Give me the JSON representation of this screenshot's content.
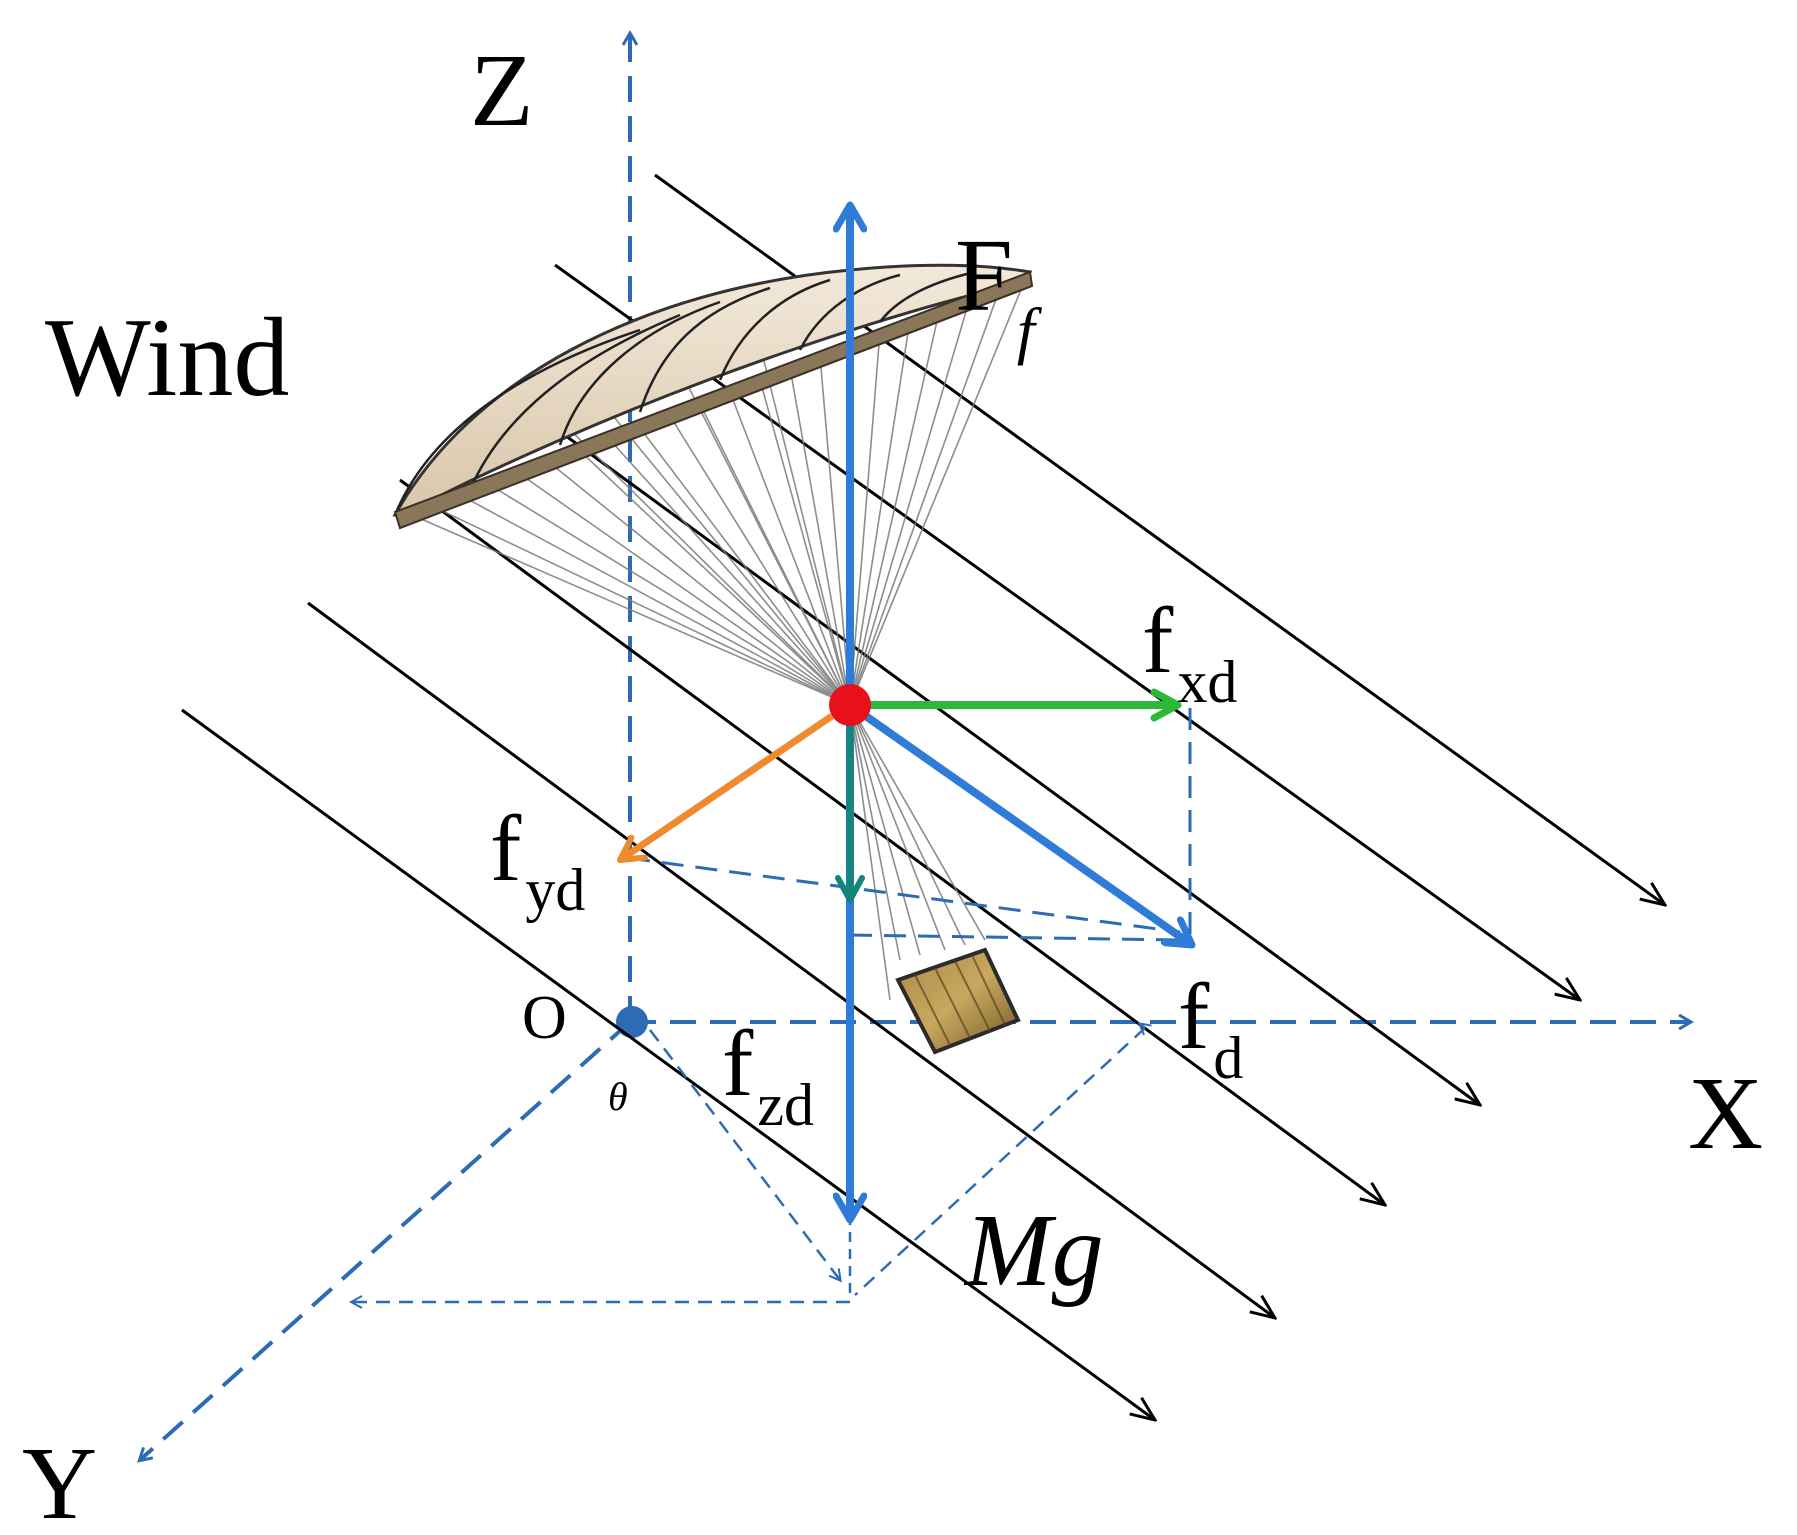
{
  "labels": {
    "z_axis": "Z",
    "x_axis": "X",
    "y_axis": "Y",
    "origin": "O",
    "angle": "θ",
    "wind": "Wind",
    "lift_force": {
      "main": "F",
      "sub": "f"
    },
    "drag_x": {
      "main": "f",
      "sub": "xd"
    },
    "drag_y": {
      "main": "f",
      "sub": "yd"
    },
    "drag_z": {
      "main": "f",
      "sub": "zd"
    },
    "drag_total": {
      "main": "f",
      "sub": "d"
    },
    "gravity": "Mg"
  },
  "colors": {
    "axis": "#2E6BB5",
    "force_blue": "#2F7BD8",
    "fxd": "#2DB83A",
    "fyd": "#F08A2E",
    "fzd": "#14857A",
    "center_of_mass": "#E8101A",
    "wind_lines": "#000000"
  },
  "icons": {
    "canopy": "parachute-canopy",
    "payload": "cargo-box"
  }
}
